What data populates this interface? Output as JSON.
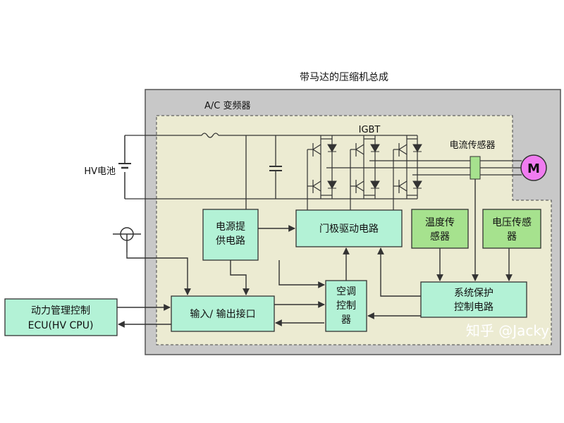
{
  "diagram": {
    "title": "带马达的压缩机总成",
    "inverter_label": "A/C 变频器",
    "battery_label": "HV电池",
    "igbt_label": "IGBT",
    "current_sensor_label": "电流传感器",
    "motor_label": "M",
    "power_supply_lines": [
      "电源提",
      "供电路"
    ],
    "gate_drive_label": "门极驱动电路",
    "temp_sensor_lines": [
      "温度传",
      "感器"
    ],
    "voltage_sensor_lines": [
      "电压传感",
      "器"
    ],
    "ac_controller_lines": [
      "空调",
      "控制",
      "器"
    ],
    "protection_lines": [
      "系统保护",
      "控制电路"
    ],
    "io_label": "输入/ 输出接口",
    "ecu_lines": [
      "动力管理控制",
      "ECU(HV CPU)"
    ],
    "watermark": "知乎 @Jacky",
    "colors": {
      "outer_box": "#c8c8c8",
      "inner_box": "#ecebd2",
      "block_cyan": "#b3f2d6",
      "block_green": "#a6e28e",
      "wire": "#333333"
    }
  }
}
